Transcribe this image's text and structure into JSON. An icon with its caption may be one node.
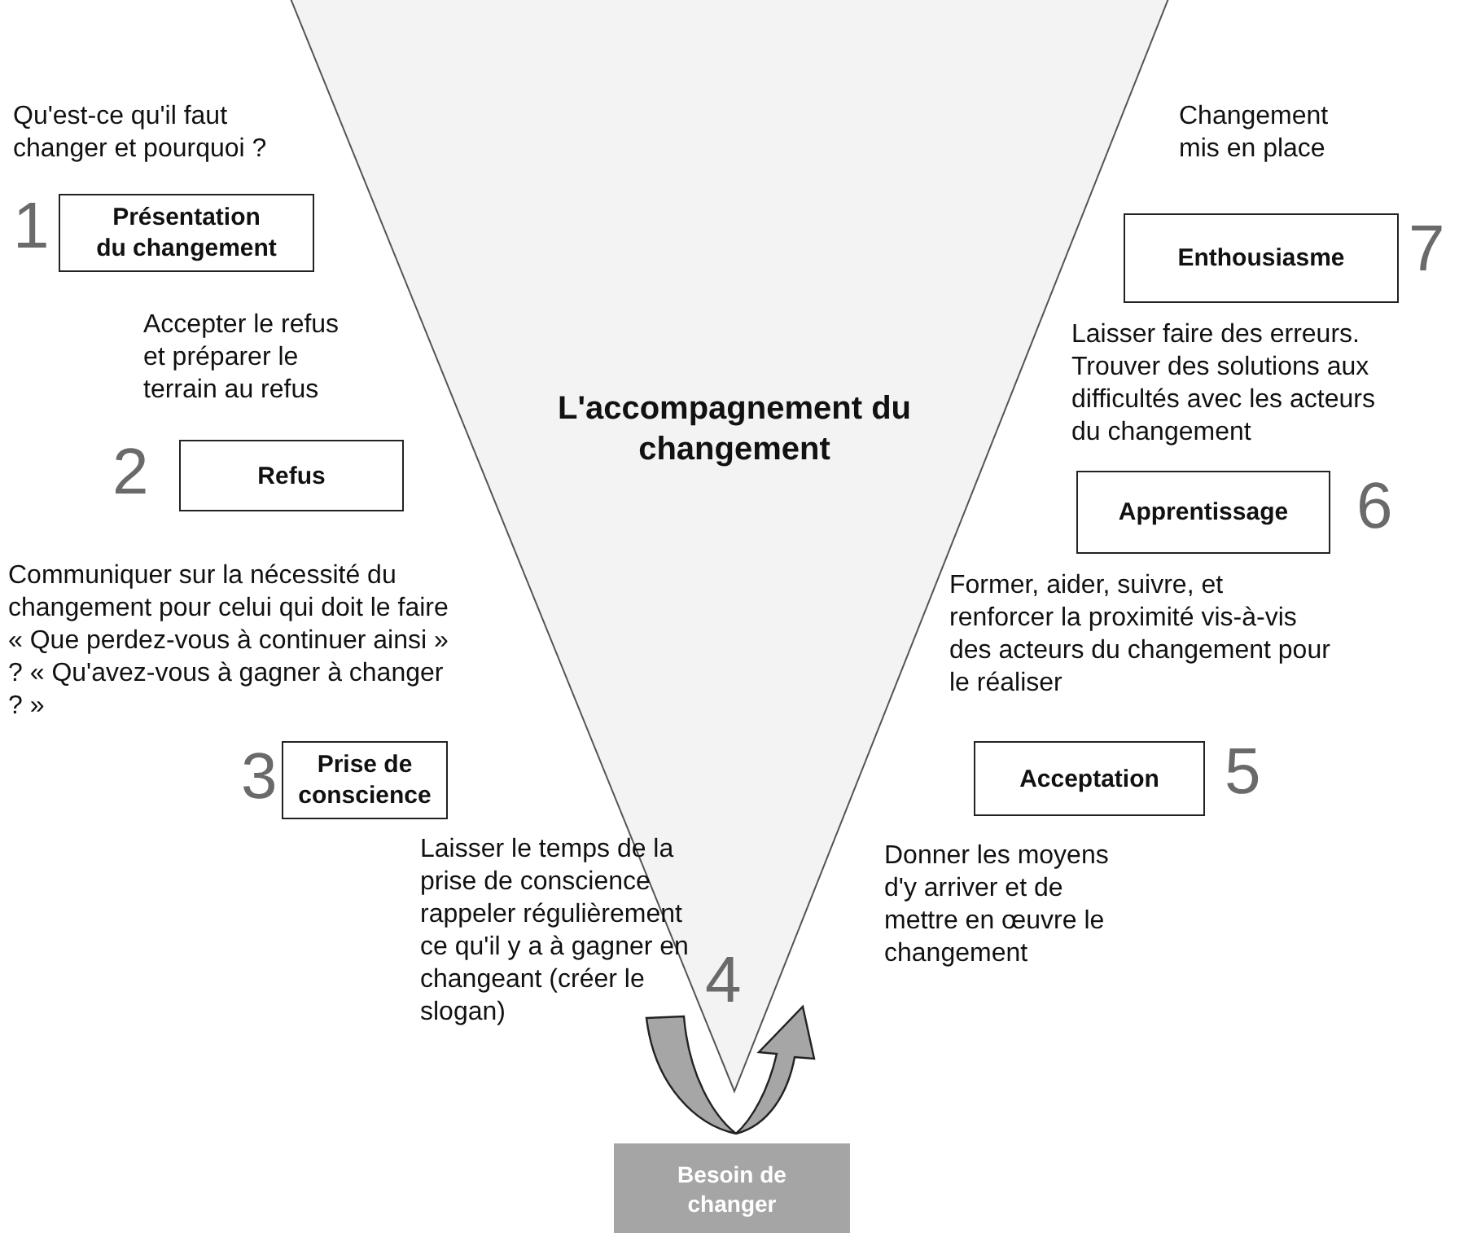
{
  "diagram": {
    "nodes": [
      {
        "text": [
          "L'accompagnement du changement"
        ]
      },
      {
        "text": [
          "Présentation du changement"
        ],
        "beside": [
          "1"
        ]
      },
      {
        "text": [
          "Refus"
        ],
        "beside": [
          "2"
        ]
      },
      {
        "text": [
          "Prise de conscience"
        ],
        "beside": [
          "3"
        ]
      },
      {
        "text": [
          "Enthousiasme"
        ],
        "beside": [
          "7"
        ]
      },
      {
        "text": [
          "Apprentissage"
        ],
        "beside": [
          "6"
        ]
      },
      {
        "text": [
          "Acceptation"
        ],
        "beside": [
          "5"
        ]
      },
      {
        "text": [
          "Besoin de changer"
        ]
      }
    ],
    "edges": [],
    "labels": [
      "Qu'est-ce qu'il faut changer et pourquoi ?",
      "Changement mis en place",
      "Accepter le refus et préparer le terrain au refus",
      "Laisser faire des erreurs. Trouver des solutions aux difficultés avec les acteurs du changement",
      "Communiquer sur la nécessité du changement pour celui qui doit le faire « Que perdez-vous à continuer ainsi » ? « Qu'avez-vous à gagner à changer ? »",
      "Former, aider, suivre, et renforcer la proximité vis-à-vis des acteurs du changement pour le réaliser",
      "Laisser le temps de la prise de conscience rappeler régulièrement ce qu'il y a à gagner en changeant (créer le slogan)",
      "Donner les moyens d'y arriver et de mettre en œuvre le changement",
      "4"
    ]
  }
}
